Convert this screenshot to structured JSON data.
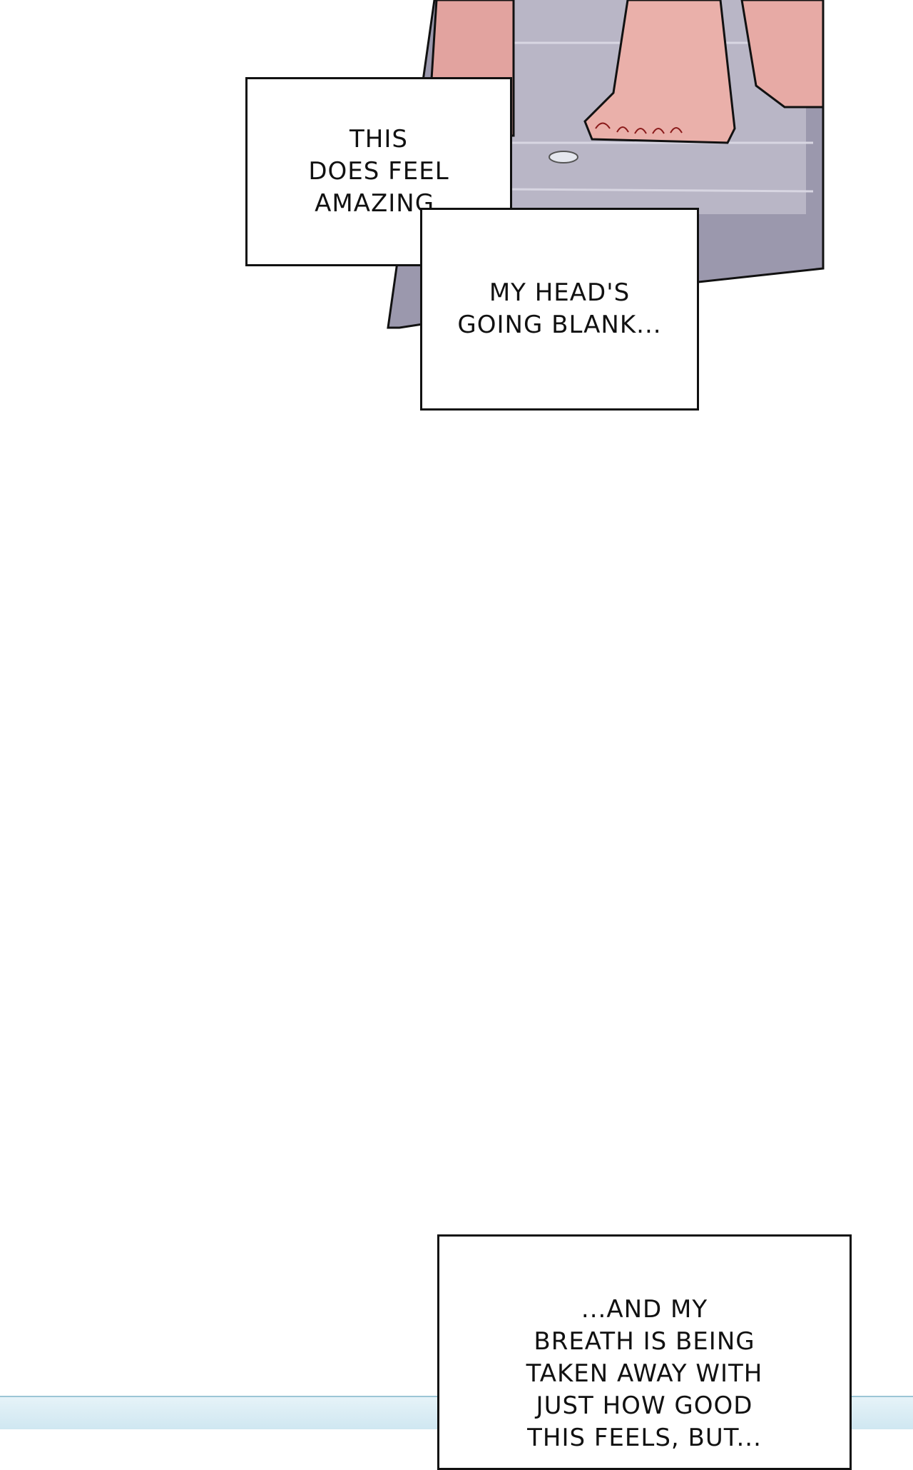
{
  "captions": [
    {
      "text": "THIS\nDOES FEEL\nAMAZING."
    },
    {
      "text": "MY HEAD'S\nGOING BLANK..."
    },
    {
      "text": "...AND MY\nBREATH IS BEING\nTAKEN AWAY WITH\nJUST HOW GOOD\nTHIS FEELS, BUT..."
    }
  ],
  "colors": {
    "skin": "#e9a9a3",
    "floor": "#9a97ab",
    "outline": "#111111",
    "strip": "#cfe7f1"
  }
}
